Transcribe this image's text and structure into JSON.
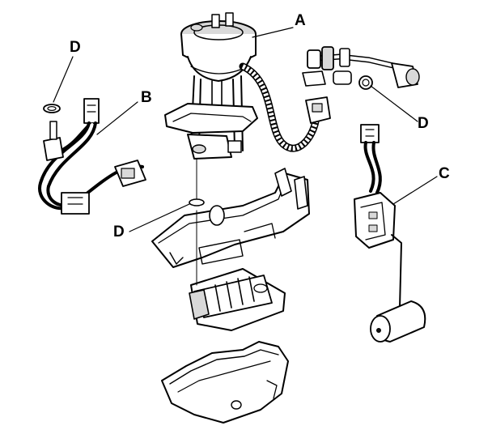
{
  "labels": {
    "a": "A",
    "b": "B",
    "c": "C",
    "d_top_left": "D",
    "d_right": "D",
    "d_center": "D"
  },
  "colors": {
    "ink": "#000000",
    "paper": "#ffffff",
    "shade": "#d9d9d9"
  }
}
